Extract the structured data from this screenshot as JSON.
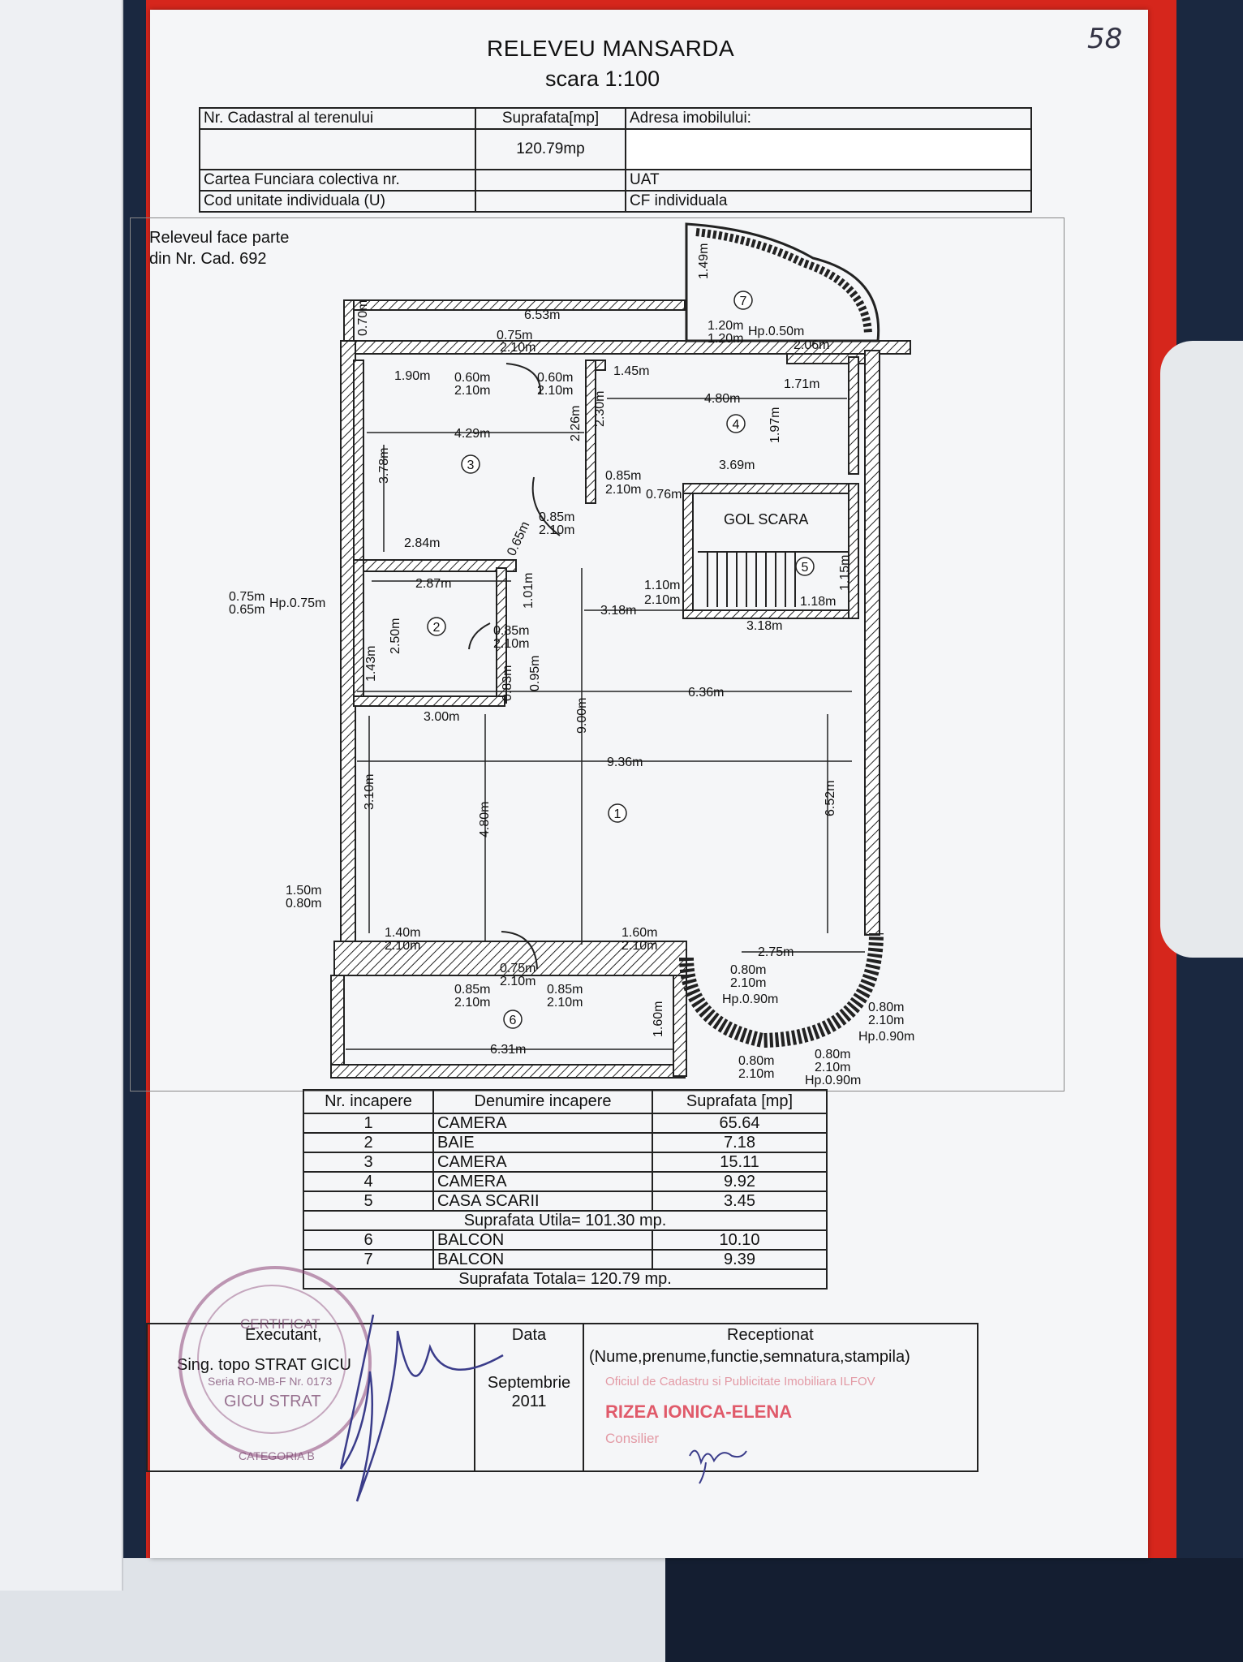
{
  "page_number": "58",
  "title": "RELEVEU MANSARDA",
  "subtitle": "scara 1:100",
  "header_table": {
    "cadastral_label": "Nr. Cadastral al terenului",
    "area_label": "Suprafata[mp]",
    "area_value": "120.79mp",
    "address_label": "Adresa imobilului:",
    "carte_label": "Cartea Funciara colectiva nr.",
    "uat_label": "UAT",
    "cod_label": "Cod unitate individuala (U)",
    "cf_label": "CF individuala"
  },
  "plan_note": {
    "line1": "Releveul face parte",
    "line2": "din Nr. Cad. 692"
  },
  "plan": {
    "gol_scara": "GOL SCARA",
    "room_numbers": [
      "1",
      "2",
      "3",
      "4",
      "5",
      "6",
      "7"
    ],
    "dimensions": {
      "d653": "6.53m",
      "d070": "0.70m",
      "d149": "1.49m",
      "d075": "0.75m",
      "d210a": "2.10m",
      "d120": "1.20m",
      "d120b": "1.20m",
      "hp050": "Hp.0.50m",
      "d206": "2.06m",
      "d190": "1.90m",
      "d060a": "0.60m",
      "d210b": "2.10m",
      "d060b": "0.60m",
      "d210c": "2.10m",
      "d145": "1.45m",
      "d171": "1.71m",
      "d429": "4.29m",
      "d226": "2.26m",
      "d230": "2.30m",
      "d480a": "4.80m",
      "d197": "1.97m",
      "d378": "3.78m",
      "d085a": "0.85m",
      "d210d": "2.10m",
      "d076": "0.76m",
      "d369": "3.69m",
      "d085b": "0.85m",
      "d210e": "2.10m",
      "d284": "2.84m",
      "d065": "0.65m",
      "d287": "2.87m",
      "d101": "1.01m",
      "d110": "1.10m",
      "d210f": "2.10m",
      "d115": "1.15m",
      "d118": "1.18m",
      "d075b": "0.75m",
      "d065b": "0.65m",
      "hp075": "Hp.0.75m",
      "d318a": "3.18m",
      "d318b": "3.18m",
      "d250": "2.50m",
      "d143": "1.43m",
      "d085c": "0.85m",
      "d210g": "2.10m",
      "d083": "0.83m",
      "d095": "0.95m",
      "d636": "6.36m",
      "d300": "3.00m",
      "d900": "9.00m",
      "d936": "9.36m",
      "d310": "3.10m",
      "d480b": "4.80m",
      "d652": "6.52m",
      "d150": "1.50m",
      "d080": "0.80m",
      "d140": "1.40m",
      "d210h": "2.10m",
      "d160": "1.60m",
      "d210i": "2.10m",
      "d275": "2.75m",
      "d075c": "0.75m",
      "d210j": "2.10m",
      "d085d": "0.85m",
      "d210k": "2.10m",
      "d085e": "0.85m",
      "d210l": "2.10m",
      "d080b": "0.80m",
      "d210m": "2.10m",
      "hp090a": "Hp.0.90m",
      "d160b": "1.60m",
      "d631": "6.31m",
      "d080c": "0.80m",
      "d210n": "2.10m",
      "hp090b": "Hp.0.90m",
      "d080d": "0.80m",
      "d210o": "2.10m",
      "d080e": "0.80m",
      "d210p": "2.10m",
      "hp090c": "Hp.0.90m"
    }
  },
  "rooms_table": {
    "headers": {
      "nr": "Nr. incapere",
      "name": "Denumire incapere",
      "area": "Suprafata [mp]"
    },
    "rows": [
      {
        "nr": "1",
        "name": "CAMERA",
        "area": "65.64"
      },
      {
        "nr": "2",
        "name": "BAIE",
        "area": "7.18"
      },
      {
        "nr": "3",
        "name": "CAMERA",
        "area": "15.11"
      },
      {
        "nr": "4",
        "name": "CAMERA",
        "area": "9.92"
      },
      {
        "nr": "5",
        "name": "CASA SCARII",
        "area": "3.45"
      }
    ],
    "utila": "Suprafata Utila= 101.30 mp.",
    "balcony_rows": [
      {
        "nr": "6",
        "name": "BALCON",
        "area": "10.10"
      },
      {
        "nr": "7",
        "name": "BALCON",
        "area": "9.39"
      }
    ],
    "totala": "Suprafata Totala= 120.79 mp."
  },
  "exec_table": {
    "executant_label": "Executant,",
    "executant_name": "Sing. topo STRAT GICU",
    "data_label": "Data",
    "date": "Septembrie 2011",
    "receptionat_label": "Receptionat",
    "receptionat_sub": "(Nume,prenume,functie,semnatura,stampila)",
    "office": "Oficiul de Cadastru si Publicitate Imobiliara ILFOV",
    "official_name": "RIZEA IONICA-ELENA",
    "official_title": "Consilier"
  },
  "stamp": {
    "certificat": "CERTIFICAT",
    "serie": "Seria RO-MB-F Nr. 0173",
    "name": "GICU STRAT",
    "categoria": "CATEGORIA B"
  }
}
